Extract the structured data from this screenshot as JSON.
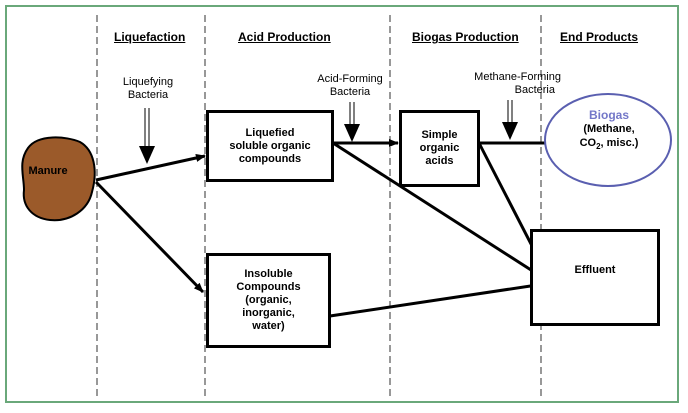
{
  "headers": {
    "liquefaction": "Liquefaction",
    "acid_production": "Acid Production",
    "biogas_production": "Biogas Production",
    "end_products": "End Products"
  },
  "bacteria": {
    "liquefying_line1": "Liquefying",
    "liquefying_line2": "Bacteria",
    "acid_forming_line1": "Acid-Forming",
    "acid_forming_line2": "Bacteria",
    "methane_forming_line1": "Methane-Forming",
    "methane_forming_line2": "Bacteria"
  },
  "nodes": {
    "manure": "Manure",
    "liquefied_line1": "Liquefied",
    "liquefied_line2": "soluble organic",
    "liquefied_line3": "compounds",
    "insoluble_line1": "Insoluble",
    "insoluble_line2": "Compounds",
    "insoluble_line3": "(organic,",
    "insoluble_line4": "inorganic,",
    "insoluble_line5": "water)",
    "simple_line1": "Simple",
    "simple_line2": "organic",
    "simple_line3": "acids",
    "effluent": "Effluent",
    "biogas_title": "Biogas",
    "biogas_line1": "(Methane,",
    "biogas_co": "CO",
    "biogas_sub": "2",
    "biogas_rest": ", misc.)"
  },
  "colors": {
    "frame": "#6aa87a",
    "manure_fill": "#9b5a2a",
    "biogas_circle": "#5a5fb0",
    "biogas_title": "#7377c8"
  }
}
